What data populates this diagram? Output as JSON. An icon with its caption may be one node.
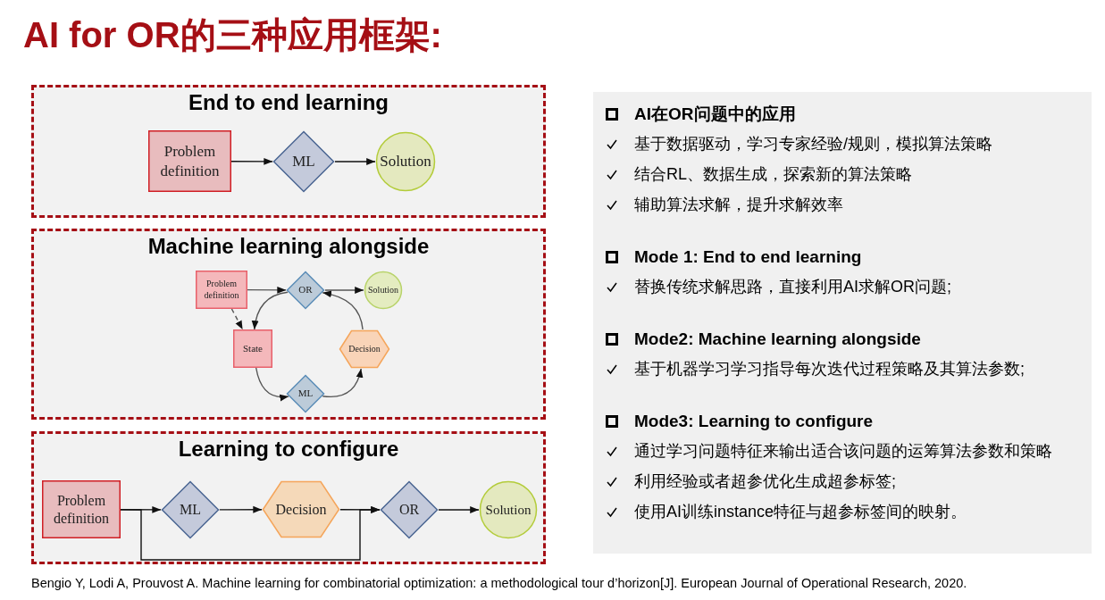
{
  "diagram": {
    "title": "AI for OR的三种应用框架:",
    "nodes": [
      {
        "text": [
          "End to end learning"
        ]
      },
      {
        "text": [
          "Problem definition"
        ],
        "in": 0
      },
      {
        "text": [
          "ML"
        ],
        "in": 0
      },
      {
        "text": [
          "Solution"
        ],
        "in": 0
      },
      {
        "text": [
          "Machine learning alongside"
        ]
      },
      {
        "text": [
          "Problem definition"
        ],
        "in": 4
      },
      {
        "text": [
          "OR"
        ],
        "in": 4
      },
      {
        "text": [
          "Solution"
        ],
        "in": 4
      },
      {
        "text": [
          "State"
        ],
        "in": 4
      },
      {
        "text": [
          "Decision"
        ],
        "in": 4
      },
      {
        "text": [
          "ML"
        ],
        "in": 4
      },
      {
        "text": [
          "Learning to configure"
        ]
      },
      {
        "text": [
          "Problem definition"
        ],
        "in": 11
      },
      {
        "text": [
          "ML"
        ],
        "in": 11
      },
      {
        "text": [
          "Decision"
        ],
        "in": 11
      },
      {
        "text": [
          "OR"
        ],
        "in": 11
      },
      {
        "text": [
          "Solution"
        ],
        "in": 11
      },
      {
        "text": [],
        "shape": "box"
      },
      {
        "text": [
          "AI在OR问题中的应用",
          "基于数据驱动，学习专家经验/规则，模拟算法策略",
          "结合RL、数据生成，探索新的算法策略",
          "辅助算法求解，提升求解效率"
        ],
        "in": 17
      },
      {
        "text": [
          "Mode 1: End to end learning",
          "替换传统求解思路，直接利用AI求解OR问题;"
        ],
        "in": 17
      },
      {
        "text": [
          "Mode2: Machine learning alongside",
          "基于机器学习学习指导每次迭代过程策略及其算法参数;"
        ],
        "in": 17
      },
      {
        "text": [
          "Mode3: Learning to configure",
          "通过学习问题特征来输出适合该问题的运筹算法参数和策略",
          "利用经验或者超参优化生成超参标签;",
          "使用AI训练instance特征与超参标签间的映射。"
        ],
        "in": 17
      }
    ],
    "edges": [
      {
        "from": 1,
        "to": 2,
        "arrow": "to"
      },
      {
        "from": 2,
        "to": 3,
        "arrow": "to"
      },
      {
        "from": 5,
        "to": 6,
        "arrow": "to"
      },
      {
        "from": 6,
        "to": 7,
        "arrow": "to"
      },
      {
        "from": 5,
        "to": 8,
        "arrow": "to",
        "style": "dashed"
      },
      {
        "from": 6,
        "to": 8,
        "arrow": "to"
      },
      {
        "from": 8,
        "to": 10,
        "arrow": "to"
      },
      {
        "from": 10,
        "to": 9,
        "arrow": "to"
      },
      {
        "from": 9,
        "to": 6,
        "arrow": "to"
      },
      {
        "from": 12,
        "to": 13,
        "arrow": "to"
      },
      {
        "from": 13,
        "to": 14,
        "arrow": "to"
      },
      {
        "from": 14,
        "to": 15,
        "arrow": "to"
      },
      {
        "from": 15,
        "to": 16,
        "arrow": "to"
      },
      {
        "from": 12,
        "to": 15,
        "arrow": "to"
      }
    ],
    "labels": [
      "Bengio Y, Lodi A, Prouvost A. Machine learning for combinatorial optimization: a methodological tour d’horizon[J]. European Journal of Operational Research, 2020."
    ]
  }
}
